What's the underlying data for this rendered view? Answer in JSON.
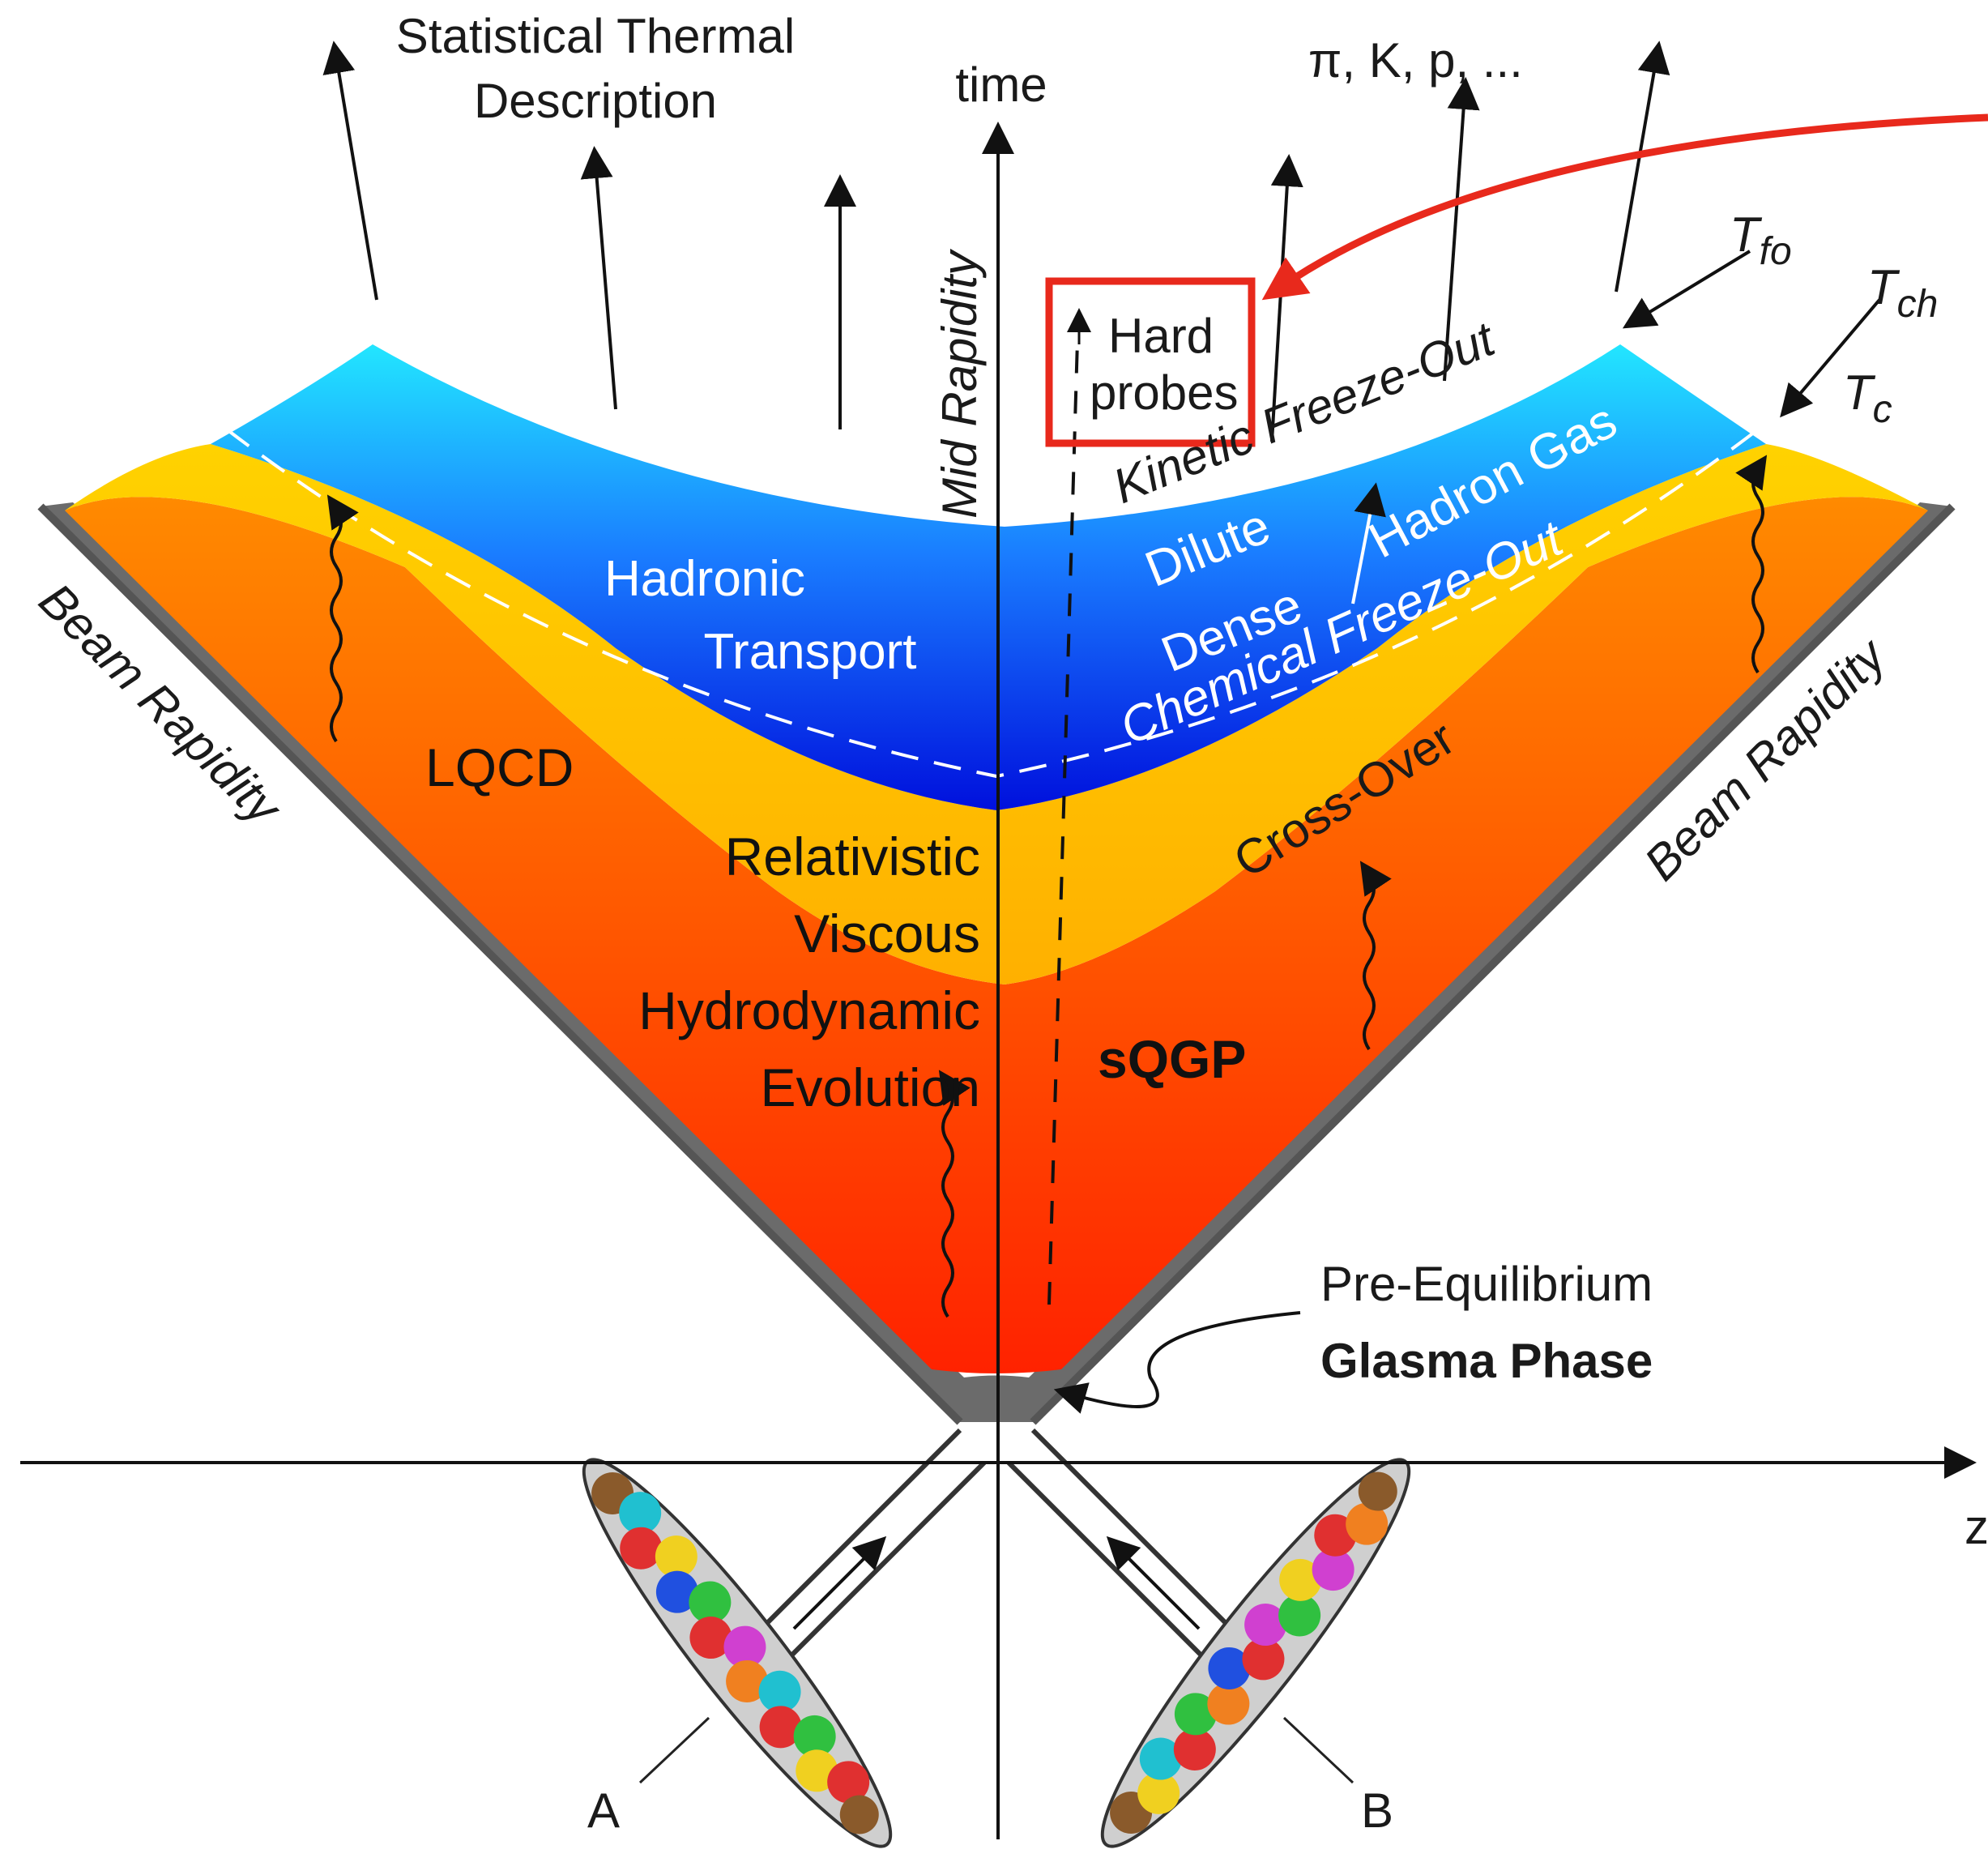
{
  "labels": {
    "top_left_line1": "Statistical Thermal",
    "top_left_line2": "Description",
    "time_axis": "time",
    "particles": "π, K, p, ...",
    "mid_rapidity": "Mid Rapidity",
    "hard_probes_line1": "Hard",
    "hard_probes_line2": "probes",
    "t_fo_main": "T",
    "t_fo_sub": "fo",
    "t_ch_main": "T",
    "t_ch_sub": "ch",
    "t_c_main": "T",
    "t_c_sub": "c",
    "kinetic_freeze_out": "Kinetic Freeze-Out",
    "dilute": "Dilute",
    "hadron_gas": "Hadron Gas",
    "dense": "Dense",
    "chemical_freeze_out": "Chemical Freeze-Out",
    "hadronic_line1": "Hadronic",
    "hadronic_line2": "Transport",
    "beam_rapidity_left": "Beam Rapidity",
    "beam_rapidity_right": "Beam Rapidity",
    "lqcd": "LQCD",
    "cross_over": "Cross-Over",
    "rvhe_line1": "Relativistic",
    "rvhe_line2": "Viscous",
    "rvhe_line3": "Hydrodynamic",
    "rvhe_line4": "Evolution",
    "sqgp": "sQGP",
    "pre_equilibrium": "Pre-Equilibrium",
    "glasma_phase": "Glasma Phase",
    "z_axis": "z",
    "nucleus_a": "A",
    "nucleus_b": "B"
  },
  "colors": {
    "hot_red": "#ff2a00",
    "orange": "#ff8a00",
    "yellow": "#ffcc00",
    "blue_deep": "#0015e0",
    "blue_mid": "#1e7cff",
    "cyan": "#20e8ff",
    "gray_edge": "#5a5a5a",
    "highlight_red": "#e8291c"
  }
}
